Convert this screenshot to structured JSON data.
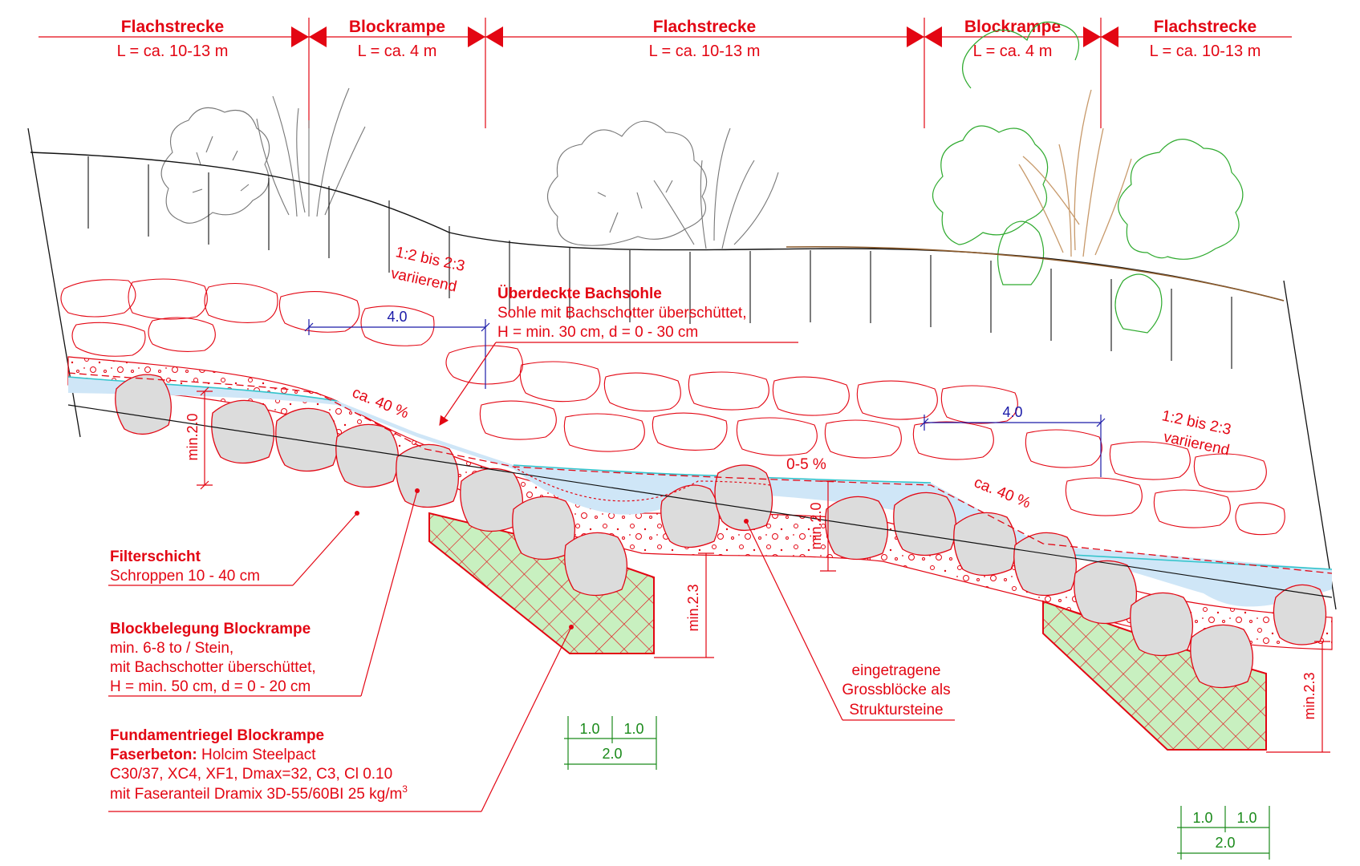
{
  "header": {
    "sections": [
      {
        "title": "Flachstrecke",
        "length": "L = ca. 10-13 m"
      },
      {
        "title": "Blockrampe",
        "length": "L = ca. 4 m"
      },
      {
        "title": "Flachstrecke",
        "length": "L = ca. 10-13 m"
      },
      {
        "title": "Blockrampe",
        "length": "L = ca. 4 m"
      },
      {
        "title": "Flachstrecke",
        "length": "L = ca. 10-13 m"
      }
    ]
  },
  "slope_notes": {
    "left": [
      "1:2 bis 2:3",
      "variierend"
    ],
    "right": [
      "1:2 bis 2:3",
      "variierend"
    ]
  },
  "gradients": {
    "ramp1": "ca. 40 %",
    "ramp2": "ca. 40 %",
    "flat": "0-5 %"
  },
  "dimensions": {
    "width_top_1": "4.0",
    "width_top_2": "4.0",
    "min_20_a": "min.2.0",
    "min_20_b": "min.2.0",
    "min_23_a": "min.2.3",
    "min_23_b": "min.2.3",
    "scale_1": {
      "a": "1.0",
      "b": "1.0",
      "total": "2.0"
    },
    "scale_2": {
      "a": "1.0",
      "b": "1.0",
      "total": "2.0"
    }
  },
  "callouts": {
    "bachsohle": {
      "title": "Überdeckte Bachsohle",
      "lines": [
        "Sohle mit Bachschotter überschüttet,",
        "H = min. 30 cm, d = 0 - 30 cm"
      ]
    },
    "filterschicht": {
      "title": "Filterschicht",
      "lines": [
        "Schroppen 10 - 40 cm"
      ]
    },
    "blockbelegung": {
      "title": "Blockbelegung Blockrampe",
      "lines": [
        "min. 6-8 to / Stein,",
        "mit Bachschotter überschüttet,",
        "H = min. 50 cm, d = 0 - 20 cm"
      ]
    },
    "fundament": {
      "title": "Fundamentriegel Blockrampe",
      "subtitle_bold": "Faserbeton:",
      "subtitle_rest": " Holcim Steelpact",
      "lines": [
        "C30/37, XC4, XF1, Dmax=32, C3, Cl 0.10"
      ],
      "last_line": "mit Faseranteil Dramix 3D-55/60BI 25 kg/m",
      "last_sup": "3"
    },
    "grossbloecke": {
      "lines": [
        "eingetragene",
        "Grossblöcke als",
        "Struktursteine"
      ]
    }
  },
  "colors": {
    "accent_red": "#e30613",
    "dimension_blue": "#1a1aa8",
    "dimension_green": "#1a8a1a",
    "water": "#cfe6f7",
    "waterline": "#33c4cc",
    "concrete_fill": "#c8f0c0",
    "block_fill": "#dcdcdc",
    "bank_brown": "#8b5a2b"
  }
}
